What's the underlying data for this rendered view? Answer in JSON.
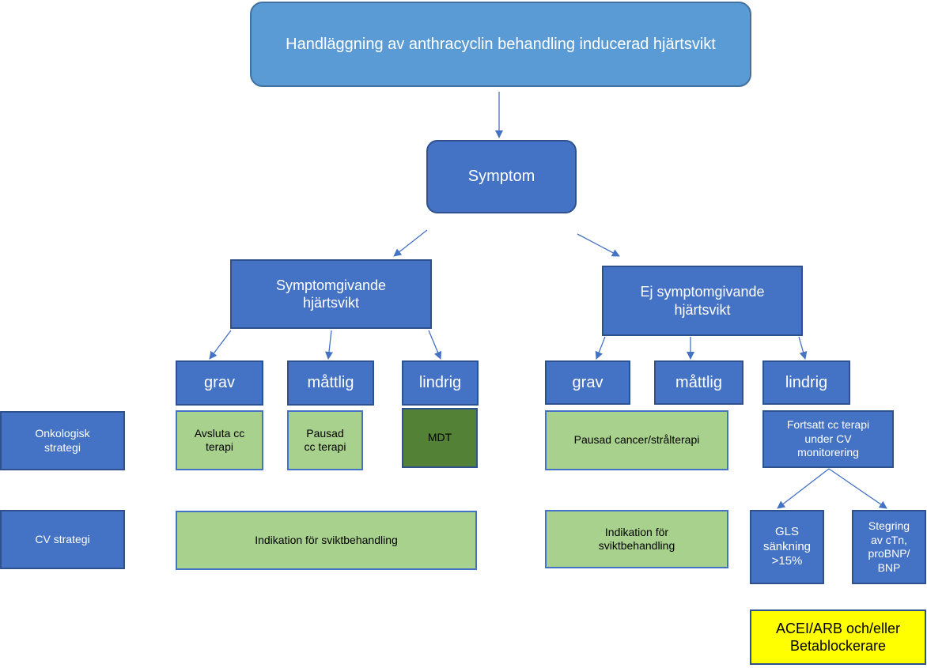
{
  "title": "Handläggning av anthracyclin behandling inducerad hjärtsvikt",
  "symptom": "Symptom",
  "left_branch": {
    "label": "Symptomgivande\nhjärtsvikt",
    "grav": "grav",
    "mattlig": "måttlig",
    "lindrig": "lindrig",
    "grav_strategy": "Avsluta cc\nterapi",
    "mattlig_strategy": "Pausad\ncc terapi",
    "lindrig_strategy": "MDT",
    "cv_strategy": "Indikation för sviktbehandling"
  },
  "right_branch": {
    "label": "Ej symptomgivande\nhjärtsvikt",
    "grav": "grav",
    "mattlig": "måttlig",
    "lindrig": "lindrig",
    "grav_mattlig_strategy": "Pausad cancer/strålterapi",
    "lindrig_strategy": "Fortsatt  cc terapi\nunder CV\nmonitorering",
    "cv_strategy": "Indikation för\nsviktbehandling",
    "gls": "GLS\nsänkning\n>15%",
    "stegring": "Stegring\nav cTn,\nproBNP/\nBNP",
    "treatment": "ACEI/ARB och/eller\nBetablockerare"
  },
  "row_labels": {
    "onkologisk": "Onkologisk\nstrategi",
    "cv": "CV strategi"
  },
  "colors": {
    "box_blue": "#4472c4",
    "title_blue": "#5b9bd5",
    "light_green": "#a9d18e",
    "dark_green": "#538135",
    "yellow": "#ffff00"
  }
}
